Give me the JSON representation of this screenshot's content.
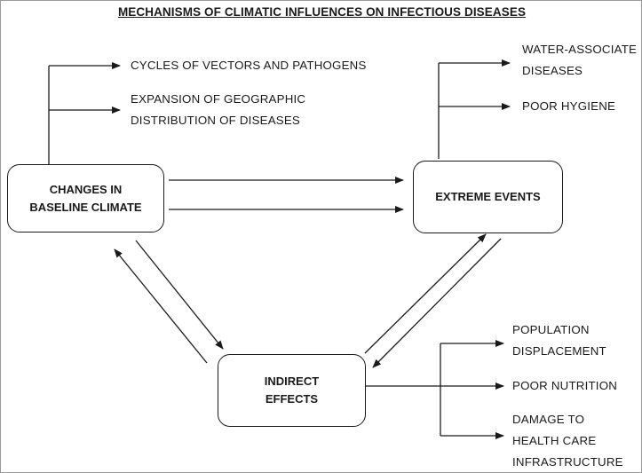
{
  "title": "MECHANISMS OF CLIMATIC INFLUENCES ON INFECTIOUS DISEASES",
  "nodes": {
    "baseline": {
      "line1": "CHANGES IN",
      "line2": "BASELINE CLIMATE"
    },
    "extreme": {
      "line1": "EXTREME EVENTS"
    },
    "indirect": {
      "line1": "INDIRECT",
      "line2": "EFFECTS"
    }
  },
  "baseline_outcomes": [
    {
      "line1": "CYCLES OF VECTORS AND PATHOGENS"
    },
    {
      "line1": "EXPANSION OF GEOGRAPHIC",
      "line2": "DISTRIBUTION OF DISEASES"
    }
  ],
  "extreme_outcomes": [
    {
      "line1": "WATER-ASSOCIATE",
      "line2": "DISEASES"
    },
    {
      "line1": "POOR HYGIENE"
    }
  ],
  "indirect_outcomes": [
    {
      "line1": "POPULATION",
      "line2": "DISPLACEMENT"
    },
    {
      "line1": "POOR NUTRITION"
    },
    {
      "line1": "DAMAGE TO",
      "line2": "HEALTH CARE",
      "line3": "INFRASTRUCTURE"
    }
  ],
  "colors": {
    "stroke": "#1a1a1a",
    "background": "#ffffff"
  }
}
